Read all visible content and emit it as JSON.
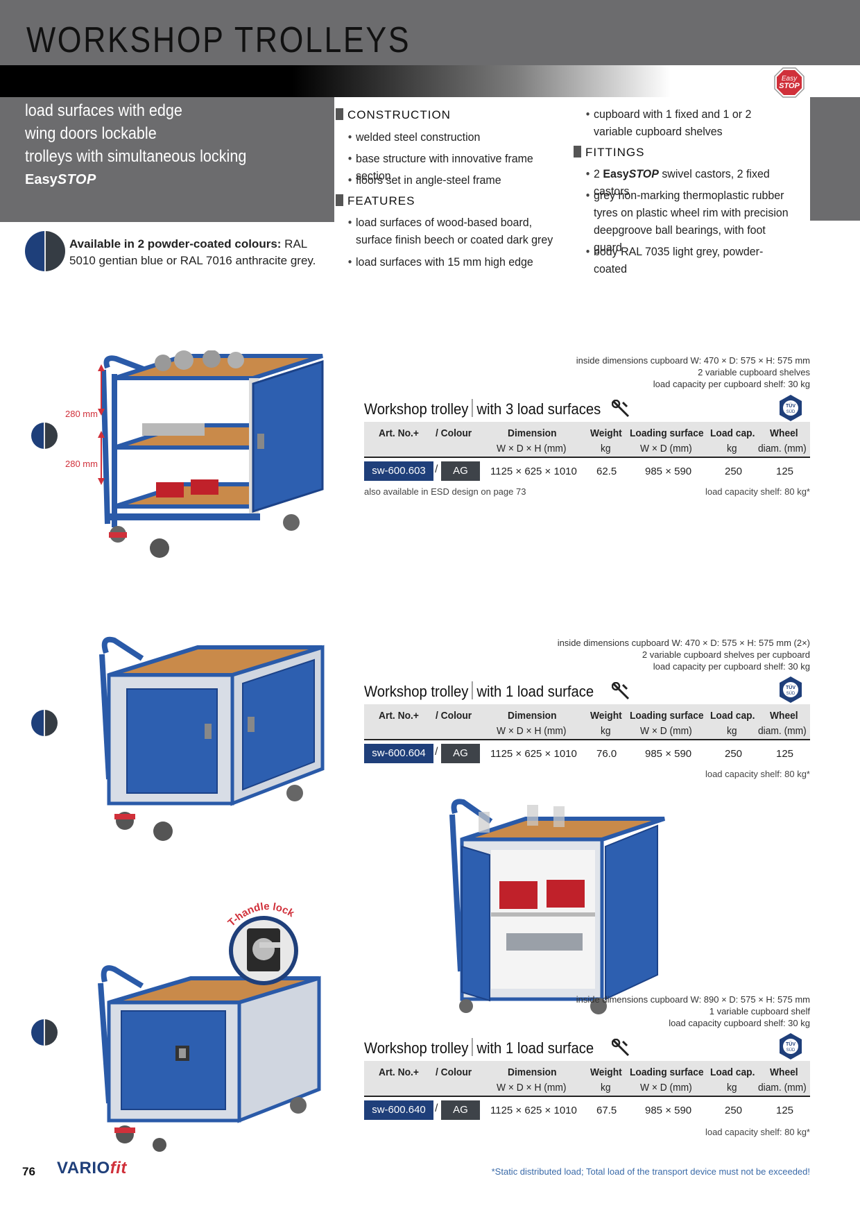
{
  "header": {
    "title": "WORKSHOP TROLLEYS",
    "badge": {
      "line1": "Easy",
      "line2": "STOP"
    }
  },
  "intro": {
    "lines": [
      "load surfaces with edge",
      "wing doors lockable",
      "trolleys with simultaneous locking"
    ],
    "brand_prefix": "Easy",
    "brand_suffix": "STOP",
    "available_bold": "Available in 2 powder-coated colours:",
    "available_rest": " RAL 5010 gentian blue or RAL 7016 anthracite grey."
  },
  "specs": {
    "construction": {
      "heading": "CONSTRUCTION",
      "items": [
        "welded steel construction",
        "base structure with innovative frame section",
        "floors set in angle-steel frame"
      ]
    },
    "features": {
      "heading": "FEATURES",
      "items": [
        "load surfaces of wood-based board, surface finish beech or coated dark grey",
        "load surfaces with 15 mm high edge",
        "cupboard with 1 fixed and 1 or 2 variable cupboard shelves"
      ]
    },
    "fittings": {
      "heading": "FITTINGS",
      "item1_pre": "2 ",
      "item1_brand": "Easy",
      "item1_brand_italic": "STOP",
      "item1_post": " swivel castors, 2 fixed castors",
      "items": [
        "grey non-marking thermoplastic rubber tyres on plastic wheel rim with precision deepgroove ball bearings, with foot guard",
        "body RAL 7035 light grey, powder-coated"
      ]
    }
  },
  "table_headers": {
    "art": "Art. No.+",
    "colour": "/ Colour",
    "dimension": "Dimension",
    "dimension_unit": "W × D × H (mm)",
    "weight": "Weight",
    "weight_unit": "kg",
    "loading": "Loading surface",
    "loading_unit": "W × D (mm)",
    "loadcap": "Load cap.",
    "loadcap_unit": "kg",
    "wheel": "Wheel",
    "wheel_unit": "diam. (mm)"
  },
  "products": [
    {
      "title_a": "Workshop trolley",
      "title_b": "with 3 load surfaces",
      "info": [
        "inside dimensions cupboard W: 470 × D: 575 × H: 575 mm",
        "2 variable cupboard shelves",
        "load capacity per cupboard shelf: 30 kg"
      ],
      "art_no": "sw-600.603",
      "colour": "AG",
      "dimension": "1125 × 625 × 1010",
      "weight": "62.5",
      "loading_surface": "985 × 590",
      "load_cap": "250",
      "wheel": "125",
      "note_left": "also available in ESD design on page 73",
      "note_right": "load capacity shelf: 80 kg*",
      "dim_labels": [
        "280 mm",
        "280 mm"
      ]
    },
    {
      "title_a": "Workshop trolley",
      "title_b": "with 1 load surface",
      "info": [
        "inside dimensions cupboard W: 470 × D: 575 × H: 575 mm (2×)",
        "2 variable cupboard shelves per cupboard",
        "load capacity per cupboard shelf: 30 kg"
      ],
      "art_no": "sw-600.604",
      "colour": "AG",
      "dimension": "1125 × 625 × 1010",
      "weight": "76.0",
      "loading_surface": "985 × 590",
      "load_cap": "250",
      "wheel": "125",
      "note_right": "load capacity shelf: 80 kg*"
    },
    {
      "title_a": "Workshop trolley",
      "title_b": "with 1 load surface",
      "info": [
        "inside dimensions cupboard W: 890 × D: 575 × H: 575 mm",
        "1 variable cupboard shelf",
        "load capacity cupboard shelf: 30 kg"
      ],
      "art_no": "sw-600.640",
      "colour": "AG",
      "dimension": "1125 × 625 × 1010",
      "weight": "67.5",
      "loading_surface": "985 × 590",
      "load_cap": "250",
      "wheel": "125",
      "note_right": "load capacity shelf: 80 kg*",
      "lock_label": "T-handle lock"
    }
  ],
  "tuv": {
    "line1": "TÜV",
    "line2": "SÜD"
  },
  "footer": {
    "page_number": "76",
    "brand_a": "VARIO",
    "brand_b": "fit",
    "footnote": "*Static distributed load; Total load of the transport device must not be exceeded!"
  },
  "colors": {
    "gentian_blue": "#1e3f7a",
    "anthracite_grey": "#353c44",
    "header_grey": "#6c6c6e",
    "accent_red": "#d0303a"
  }
}
